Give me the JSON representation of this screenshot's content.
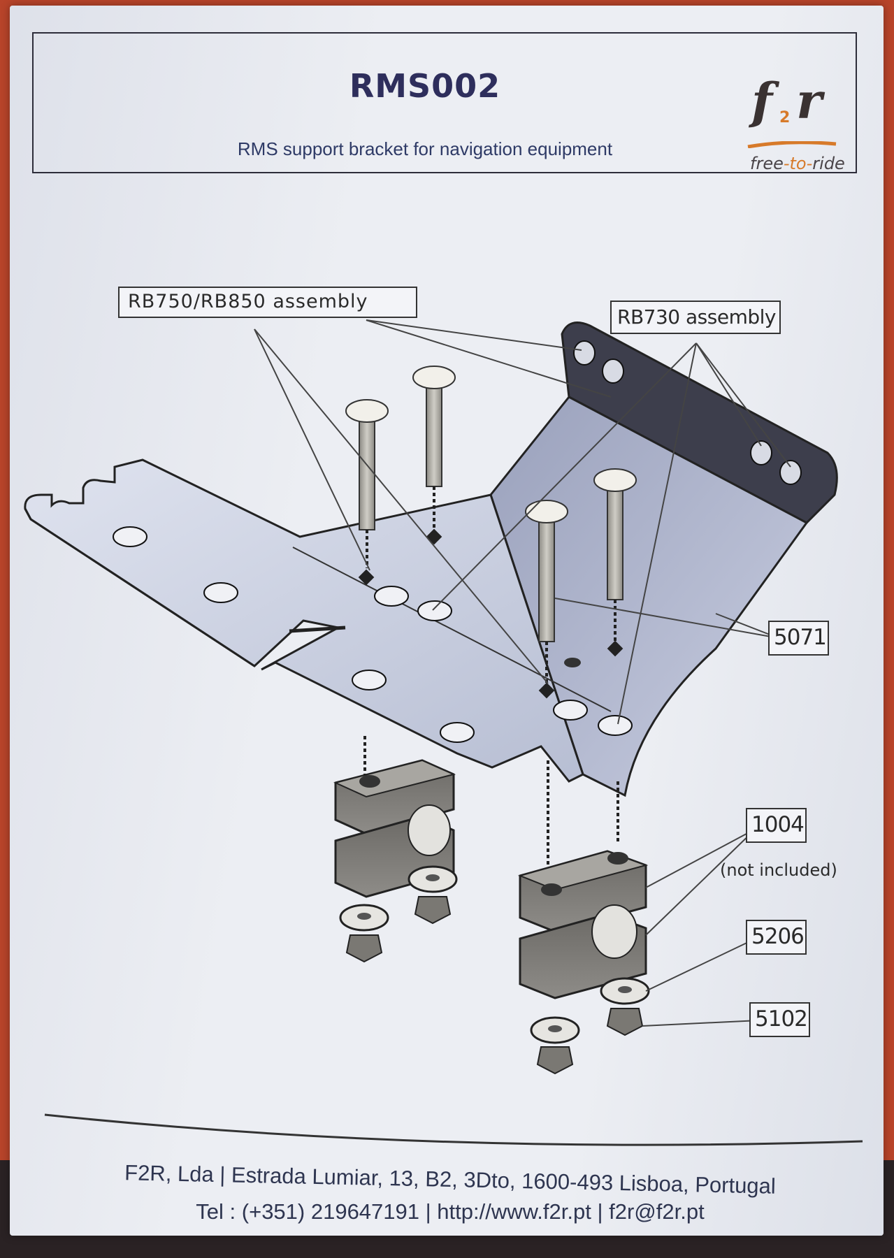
{
  "header": {
    "title": "RMS002",
    "subtitle": "RMS support bracket for navigation equipment",
    "logo": {
      "mark": "f2r",
      "mark_prefix": "f",
      "mark_digit": "2",
      "mark_suffix": "r",
      "tagline_start": "free",
      "tagline_mid": "-to-",
      "tagline_end": "ride",
      "accent_color": "#d77a2a"
    }
  },
  "callouts": {
    "rb750": "RB750/RB850 assembly",
    "rb730": "RB730 assembly"
  },
  "parts": {
    "p5071": "5071",
    "p1004": "1004",
    "p1004_note": "(not included)",
    "p5206": "5206",
    "p5102": "5102"
  },
  "footer": {
    "address": "F2R, Lda | Estrada Lumiar, 13, B2, 3Dto, 1600-493 Lisboa, Portugal",
    "contact": "Tel : (+351) 219647191 | http://www.f2r.pt | f2r@f2r.pt"
  },
  "colors": {
    "title": "#2e2e5c",
    "paper": "#eceef3",
    "background": "#b8442a",
    "bracket_fill": "#c9cfe0",
    "bracket_dark": "#3d3e4c"
  }
}
